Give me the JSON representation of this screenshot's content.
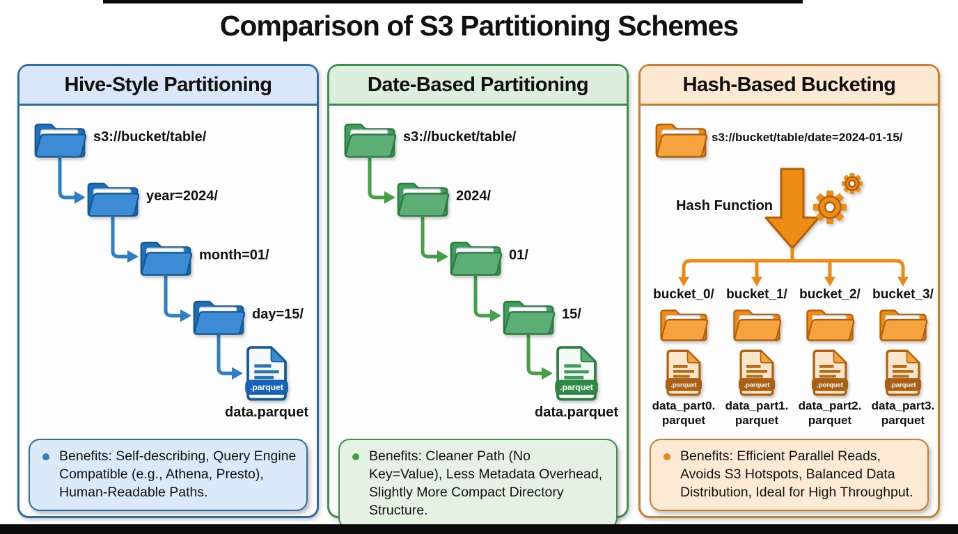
{
  "title": "Comparison of S3 Partitioning Schemes",
  "colors": {
    "blue": "#2e7fc2",
    "green": "#43a047",
    "orange": "#e8891a"
  },
  "hive": {
    "title": "Hive-Style Partitioning",
    "tree": [
      "s3://bucket/table/",
      "year=2024/",
      "month=01/",
      "day=15/"
    ],
    "file": {
      "badge": ".parquet",
      "label": "data.parquet"
    },
    "benefits": "Benefits: Self-describing, Query Engine Compatible (e.g., Athena, Presto), Human-Readable Paths."
  },
  "date": {
    "title": "Date-Based Partitioning",
    "tree": [
      "s3://bucket/table/",
      "2024/",
      "01/",
      "15/"
    ],
    "file": {
      "badge": ".parquet",
      "label": "data.parquet"
    },
    "benefits": "Benefits: Cleaner Path (No Key=Value), Less Metadata Overhead, Slightly More Compact Directory Structure."
  },
  "hash": {
    "title": "Hash-Based Bucketing",
    "root": "s3://bucket/table/date=2024-01-15/",
    "hash_label": "Hash Function",
    "buckets": [
      {
        "name": "bucket_0/",
        "badge": ".psrquxt",
        "file1": "data_part0.",
        "file2": "parquet"
      },
      {
        "name": "bucket_1/",
        "badge": ".parquet",
        "file1": "data_part1.",
        "file2": "parquet"
      },
      {
        "name": "bucket_2/",
        "badge": ".porquet",
        "file1": "data_part2.",
        "file2": "parquet"
      },
      {
        "name": "bucket_3/",
        "badge": ".parquet",
        "file1": "data_part3.",
        "file2": "parquet"
      }
    ],
    "benefits": "Benefits: Efficient Parallel Reads, Avoids S3 Hotspots, Balanced Data Distribution, Ideal for High Throughput."
  }
}
